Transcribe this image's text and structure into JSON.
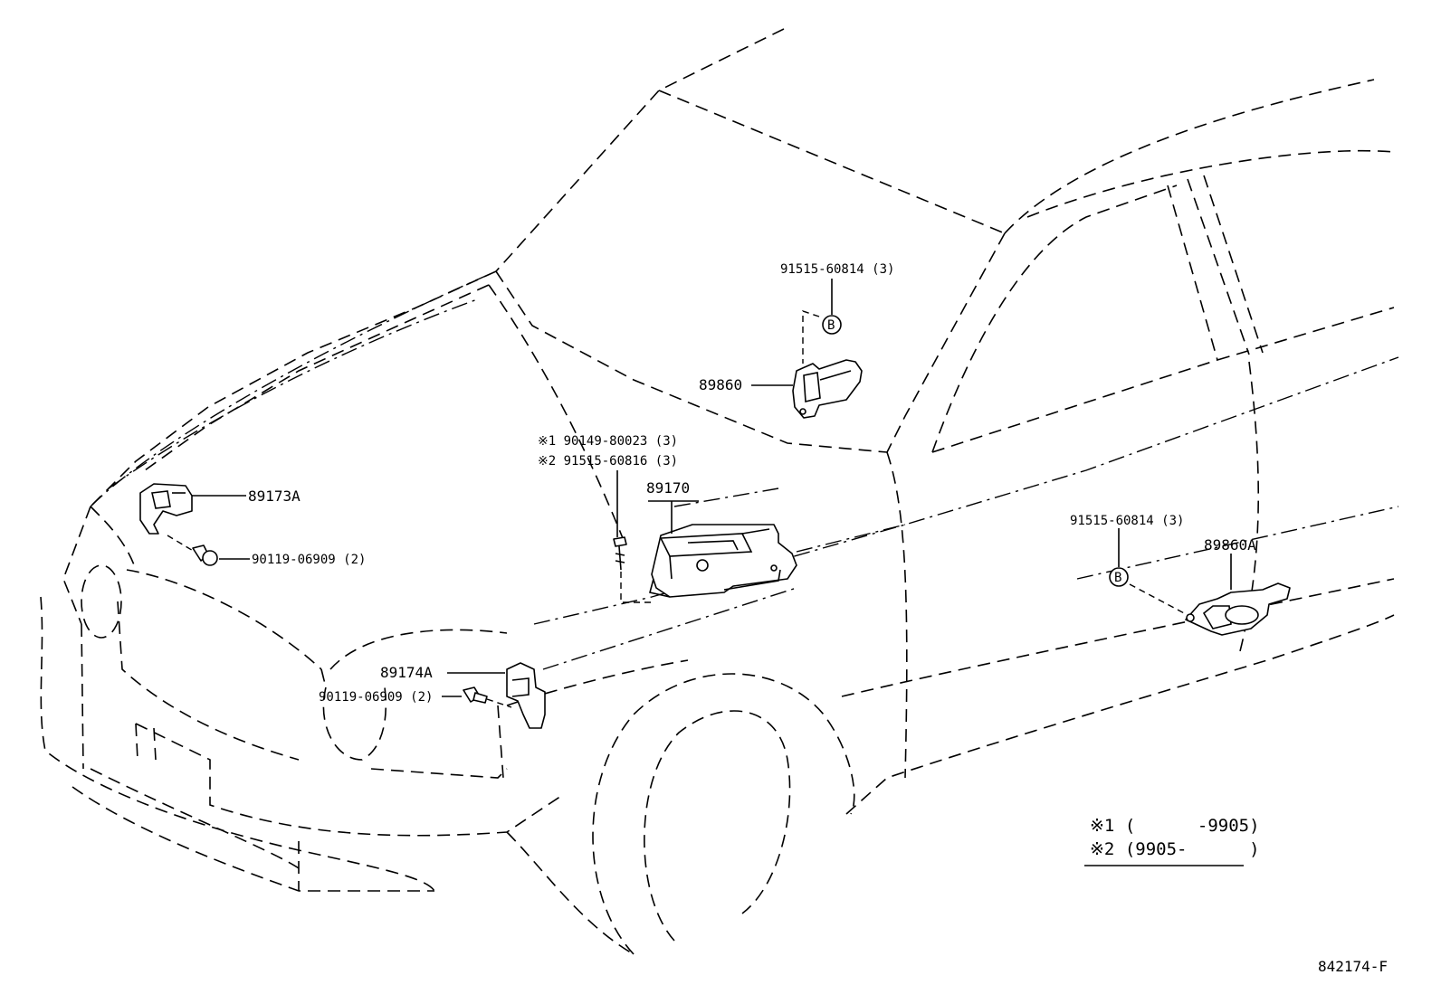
{
  "parts": {
    "sensor_89173a": "89173A",
    "bolt_left": "90119-06909",
    "bolt_left_qty": "(2)",
    "sensor_89174a": "89174A",
    "bolt_right": "90119-06909",
    "bolt_right_qty": "(2)",
    "screw_1_mark": "※1",
    "screw_1": "90149-80023",
    "screw_1_qty": "(3)",
    "screw_2_mark": "※2",
    "screw_2": "91515-60816",
    "screw_2_qty": "(3)",
    "ecu_89170": "89170",
    "sensor_89860": "89860",
    "screw_top": "91515-60814",
    "screw_top_qty": "(3)",
    "ref_b_top": "B",
    "sensor_89860a": "89860A",
    "screw_side": "91515-60814",
    "screw_side_qty": "(3)",
    "ref_b_side": "B"
  },
  "legend": {
    "row1_mark": "※1",
    "row1_text": "(      -9905)",
    "row2_mark": "※2",
    "row2_text": "(9905-      )"
  },
  "figure_code": "842174-F"
}
